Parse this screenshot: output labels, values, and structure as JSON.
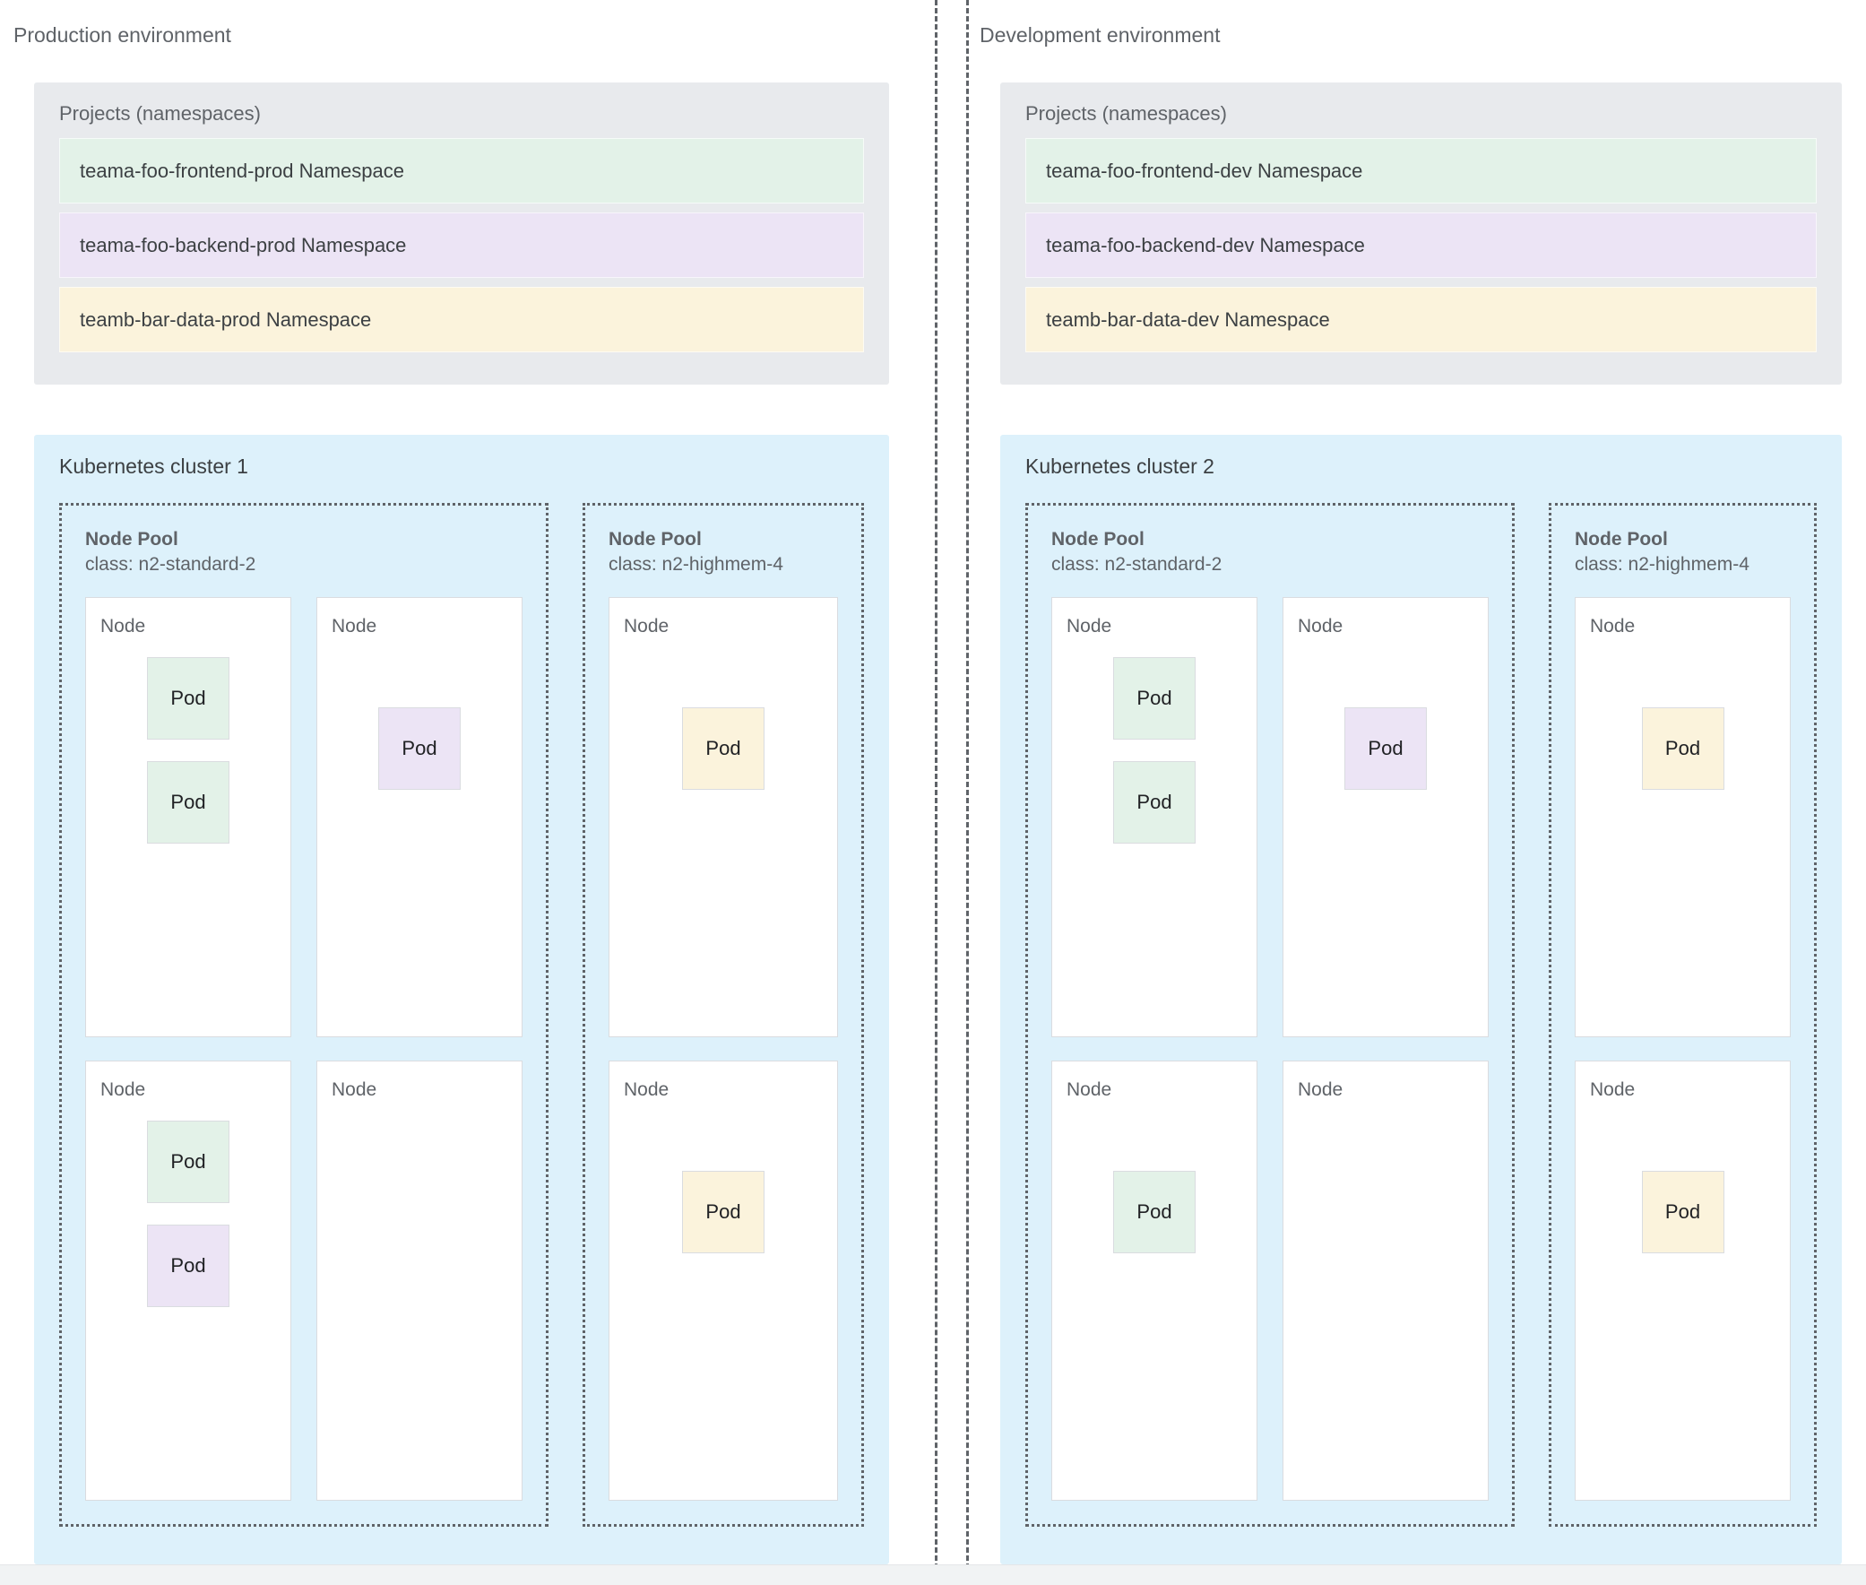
{
  "environments": [
    {
      "title": "Production environment",
      "projects": {
        "title": "Projects (namespaces)",
        "namespaces": [
          {
            "label": "teama-foo-frontend-prod Namespace",
            "color": "green"
          },
          {
            "label": "teama-foo-backend-prod Namespace",
            "color": "purple"
          },
          {
            "label": "teamb-bar-data-prod Namespace",
            "color": "yellow"
          }
        ]
      },
      "cluster": {
        "title": "Kubernetes cluster 1",
        "node_pools": [
          {
            "name": "Node Pool",
            "class": "class: n2-standard-2",
            "nodes": [
              {
                "label": "Node",
                "pods": [
                  {
                    "label": "Pod",
                    "color": "green"
                  },
                  {
                    "label": "Pod",
                    "color": "green"
                  }
                ]
              },
              {
                "label": "Node",
                "pods": [
                  {
                    "label": "Pod",
                    "color": "green"
                  },
                  {
                    "label": "Pod",
                    "color": "purple"
                  }
                ]
              },
              {
                "label": "Node",
                "pods": [
                  {
                    "label": "Pod",
                    "color": "purple"
                  }
                ]
              },
              {
                "label": "Node",
                "pods": []
              }
            ]
          },
          {
            "name": "Node Pool",
            "class": "class: n2-highmem-4",
            "nodes": [
              {
                "label": "Node",
                "pods": [
                  {
                    "label": "Pod",
                    "color": "yellow"
                  }
                ]
              },
              {
                "label": "Node",
                "pods": [
                  {
                    "label": "Pod",
                    "color": "yellow"
                  }
                ]
              }
            ]
          }
        ]
      }
    },
    {
      "title": "Development environment",
      "projects": {
        "title": "Projects (namespaces)",
        "namespaces": [
          {
            "label": "teama-foo-frontend-dev Namespace",
            "color": "green"
          },
          {
            "label": "teama-foo-backend-dev Namespace",
            "color": "purple"
          },
          {
            "label": "teamb-bar-data-dev Namespace",
            "color": "yellow"
          }
        ]
      },
      "cluster": {
        "title": "Kubernetes cluster 2",
        "node_pools": [
          {
            "name": "Node Pool",
            "class": "class: n2-standard-2",
            "nodes": [
              {
                "label": "Node",
                "pods": [
                  {
                    "label": "Pod",
                    "color": "green"
                  },
                  {
                    "label": "Pod",
                    "color": "green"
                  }
                ]
              },
              {
                "label": "Node",
                "pods": [
                  {
                    "label": "Pod",
                    "color": "green"
                  }
                ]
              },
              {
                "label": "Node",
                "pods": [
                  {
                    "label": "Pod",
                    "color": "purple"
                  }
                ]
              },
              {
                "label": "Node",
                "pods": []
              }
            ]
          },
          {
            "name": "Node Pool",
            "class": "class: n2-highmem-4",
            "nodes": [
              {
                "label": "Node",
                "pods": [
                  {
                    "label": "Pod",
                    "color": "yellow"
                  }
                ]
              },
              {
                "label": "Node",
                "pods": [
                  {
                    "label": "Pod",
                    "color": "yellow"
                  }
                ]
              }
            ]
          }
        ]
      }
    }
  ],
  "colors": {
    "green": "#e3f2e8",
    "purple": "#ece4f5",
    "yellow": "#fbf3dc",
    "panel_grey": "#e8eaed",
    "cluster_blue": "#ddf1fb",
    "text": "#5f6368"
  }
}
